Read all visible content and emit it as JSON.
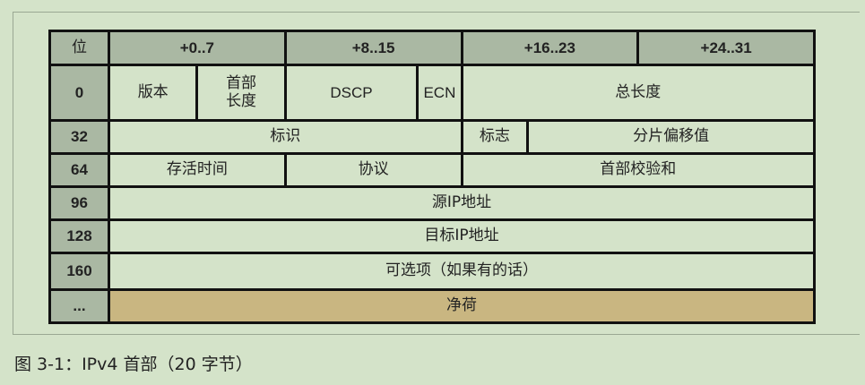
{
  "header": {
    "position": "位",
    "cols": [
      "+0..7",
      "+8..15",
      "+16..23",
      "+24..31"
    ]
  },
  "rows": [
    {
      "offset": "0",
      "fields": [
        "版本",
        "首部\n长度",
        "DSCP",
        "ECN",
        "总长度"
      ]
    },
    {
      "offset": "32",
      "fields": [
        "标识",
        "标志",
        "分片偏移值"
      ]
    },
    {
      "offset": "64",
      "fields": [
        "存活时间",
        "协议",
        "首部校验和"
      ]
    },
    {
      "offset": "96",
      "fields": [
        "源IP地址"
      ]
    },
    {
      "offset": "128",
      "fields": [
        "目标IP地址"
      ]
    },
    {
      "offset": "160",
      "fields": [
        "可选项（如果有的话）"
      ]
    },
    {
      "offset": "...",
      "fields": [
        "净荷"
      ]
    }
  ],
  "caption": "图 3-1：IPv4 首部（20 字节）",
  "colors": {
    "background": "#d4e3c9",
    "header": "#aab8a3",
    "payload": "#c9b681"
  }
}
